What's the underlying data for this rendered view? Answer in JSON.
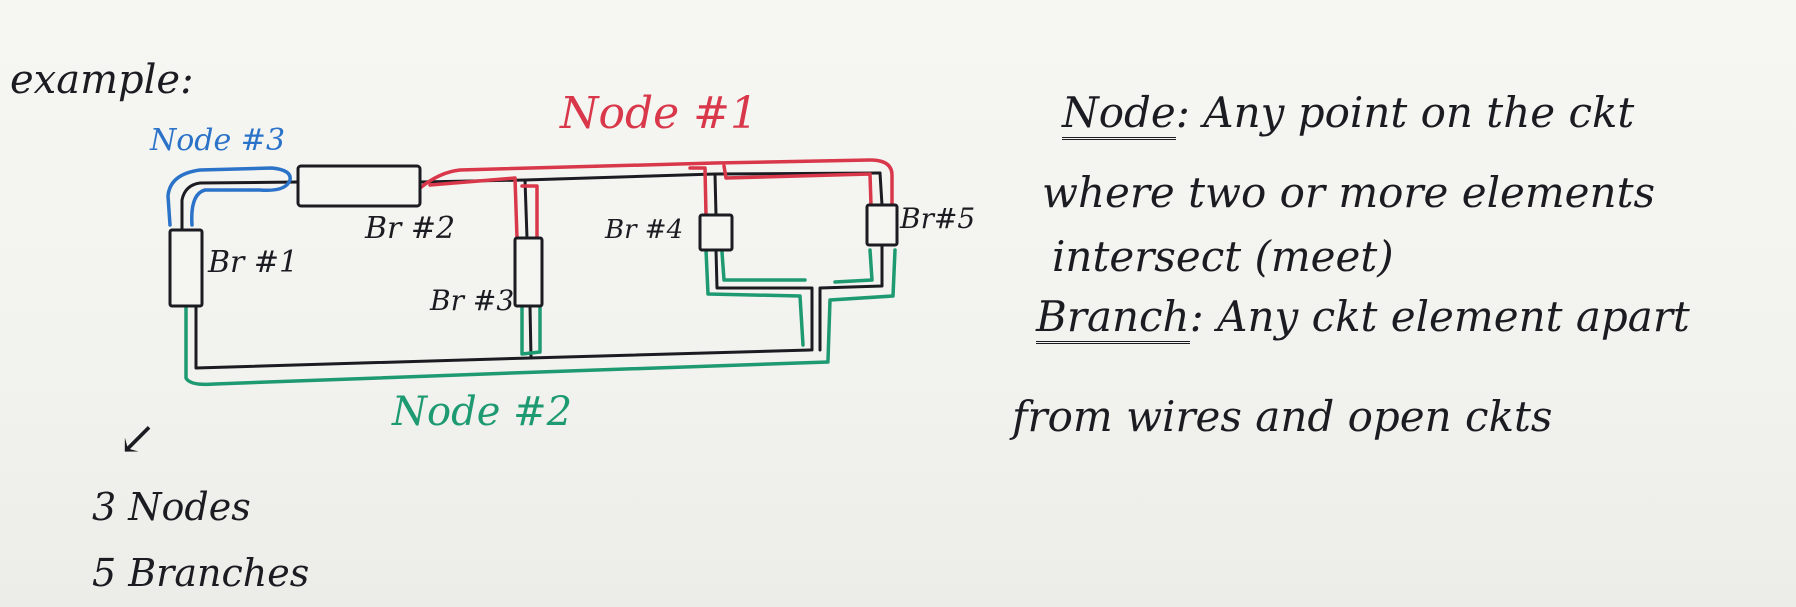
{
  "labels": {
    "example": "example:",
    "node1": "Node #1",
    "node2": "Node #2",
    "node3": "Node #3",
    "br1": "Br #1",
    "br2": "Br #2",
    "br3": "Br #3",
    "br4": "Br #4",
    "br5": "Br#5"
  },
  "definitions": {
    "node_term": "Node",
    "node_line1": ": Any point on the ckt",
    "node_line2": "where two or more elements",
    "node_line3": "intersect (meet)",
    "branch_term": "Branch",
    "branch_line1": ": Any ckt element apart",
    "branch_line2": "from wires and open ckts"
  },
  "summary": {
    "arrow": "↙",
    "nodes": "3 Nodes",
    "branches": "5 Branches"
  },
  "colors": {
    "ink": "#1b1b22",
    "node1": "#d9374a",
    "node2": "#1e9a72",
    "node3": "#2b73c9"
  }
}
